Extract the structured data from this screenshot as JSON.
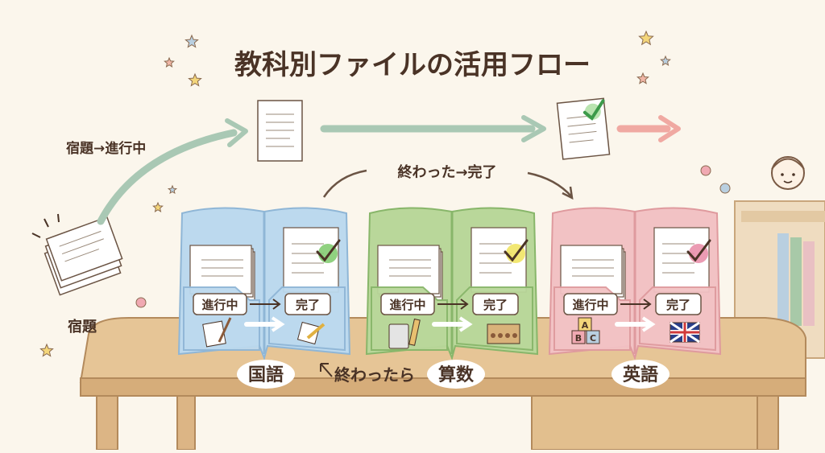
{
  "title": "教科別ファイルの活用フロー",
  "flow": {
    "homework_to_progress": "宿題→進行中",
    "done_to_complete": "終わった→完了",
    "homework": "宿題",
    "when_done": "終わったら"
  },
  "folders": [
    {
      "subject": "国語",
      "progress_label": "進行中",
      "complete_label": "完了",
      "color": "#bcd9ee",
      "edge": "#8fb6d6",
      "check_color": "#7cc96a",
      "icons": [
        "brush-paper-icon",
        "pencil-paper-icon"
      ]
    },
    {
      "subject": "算数",
      "progress_label": "進行中",
      "complete_label": "完了",
      "color": "#b9d79a",
      "edge": "#88b66a",
      "check_color": "#f0e35a",
      "icons": [
        "calculator-icon",
        "abacus-icon"
      ]
    },
    {
      "subject": "英語",
      "progress_label": "進行中",
      "complete_label": "完了",
      "color": "#f2c2c4",
      "edge": "#df9a9e",
      "check_color": "#e88aa6",
      "icons": [
        "abc-blocks-icon",
        "uk-flag-icon"
      ]
    }
  ],
  "colors": {
    "background": "#fbf6ec",
    "text": "#4a3326",
    "table": "#e6c596",
    "arrow": "#9fbfa8",
    "pink_arrow": "#f0a9a2"
  }
}
